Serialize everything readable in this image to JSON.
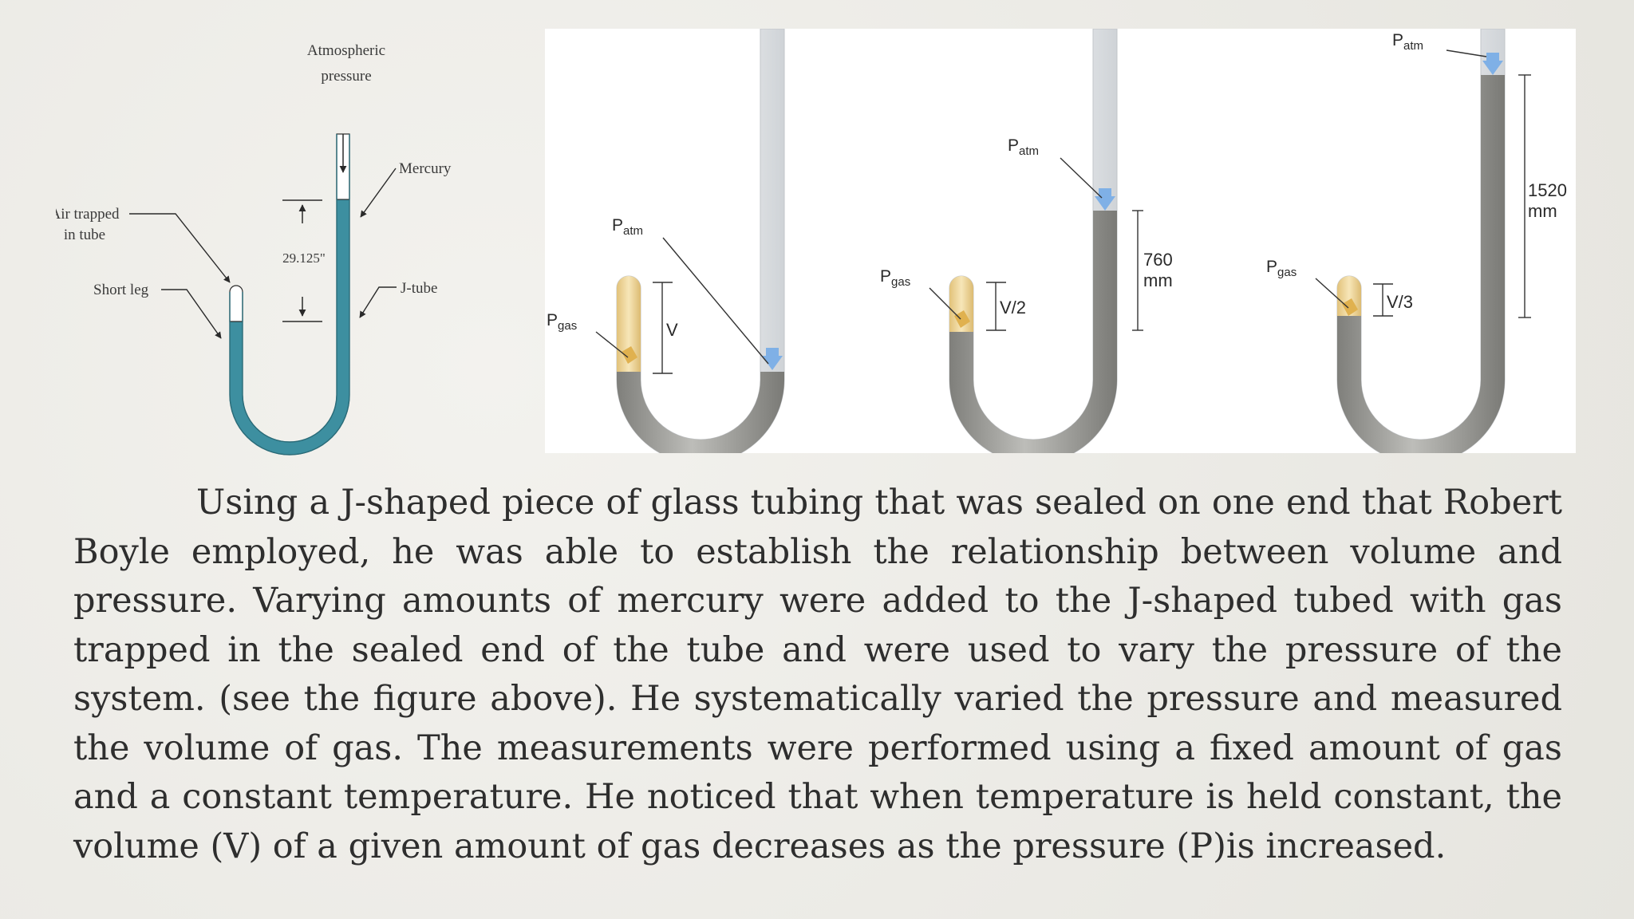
{
  "left_diagram": {
    "atmospheric_line1": "Atmospheric",
    "atmospheric_line2": "pressure",
    "mercury": "Mercury",
    "air_trapped_line1": "Air trapped",
    "air_trapped_line2": "in tube",
    "height": "29.125\"",
    "short_leg": "Short leg",
    "jtube": "J-tube",
    "colors": {
      "mercury": "#3d8fa0",
      "glass": "#ffffff"
    }
  },
  "right_panel": {
    "tube1": {
      "p_atm": "P",
      "p_atm_sub": "atm",
      "p_gas": "P",
      "p_gas_sub": "gas",
      "volume": "V"
    },
    "tube2": {
      "p_atm": "P",
      "p_atm_sub": "atm",
      "p_gas": "P",
      "p_gas_sub": "gas",
      "volume": "V/2",
      "height_line1": "760",
      "height_line2": "mm"
    },
    "tube3": {
      "p_atm": "P",
      "p_atm_sub": "atm",
      "p_gas": "P",
      "p_gas_sub": "gas",
      "volume": "V/3",
      "height_line1": "1520",
      "height_line2": "mm"
    },
    "colors": {
      "mercury": "#9a9a96",
      "gas": "#f0d79a",
      "arrow": "#7fb0e6"
    }
  },
  "body_text": "Using a J-shaped piece of glass tubing that was sealed on one end that Robert Boyle employed, he was able to establish the relationship between volume and pressure. Varying amounts of mercury were added to the J-shaped tubed with gas trapped in the sealed end of the tube and were used to vary the pressure of the system. (see the figure above).  He systematically varied the pressure and measured the volume of gas. The measurements were performed using a fixed amount of gas and a constant temperature. He noticed that when temperature is held constant, the volume (V) of a given amount of gas decreases as the pressure (P)is increased."
}
